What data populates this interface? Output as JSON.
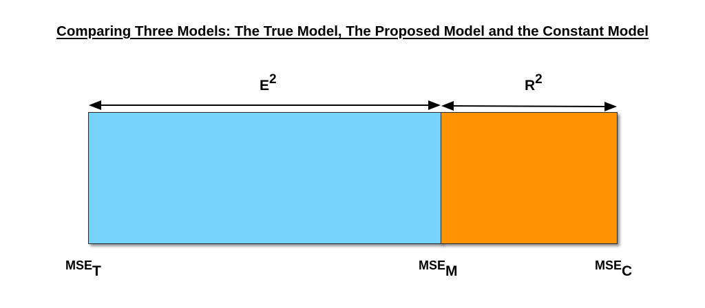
{
  "title": "Comparing Three Models: The True Model, The Proposed Model and the Constant Model",
  "segments": [
    {
      "label": "E",
      "superscript": "2",
      "color": "#76d4fc"
    },
    {
      "label": "R",
      "superscript": "2",
      "color": "#ff9301"
    }
  ],
  "markers": [
    {
      "label": "MSE",
      "subscript": "T"
    },
    {
      "label": "MSE",
      "subscript": "M"
    },
    {
      "label": "MSE",
      "subscript": "C"
    }
  ],
  "arrow_color": "#000000"
}
